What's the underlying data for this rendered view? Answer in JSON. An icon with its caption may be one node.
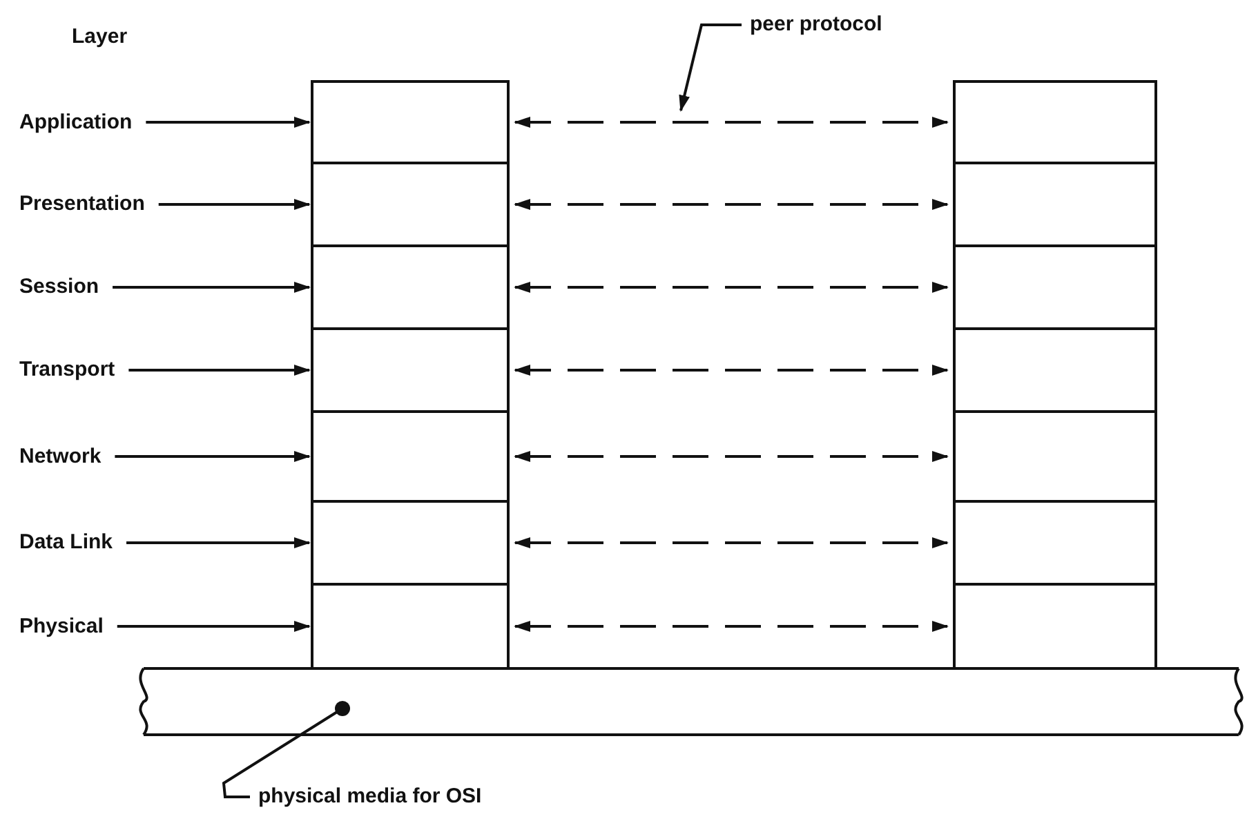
{
  "diagram": {
    "nodes": [
      {
        "text": [
          "Application"
        ]
      },
      {
        "text": [
          "Presentation"
        ]
      },
      {
        "text": [
          "Session"
        ]
      },
      {
        "text": [
          "Transport"
        ]
      },
      {
        "text": [
          "Network"
        ]
      },
      {
        "text": [
          "Data Link"
        ]
      },
      {
        "text": [
          "Physical"
        ]
      },
      {
        "text": [],
        "shape": "box"
      },
      {
        "text": [],
        "shape": "box"
      },
      {
        "text": [],
        "shape": "box"
      },
      {
        "text": [],
        "shape": "box"
      },
      {
        "text": [],
        "shape": "box"
      },
      {
        "text": [],
        "shape": "box"
      },
      {
        "text": [],
        "shape": "box"
      },
      {
        "text": [],
        "shape": "box"
      },
      {
        "text": [],
        "shape": "box"
      },
      {
        "text": [],
        "shape": "box"
      },
      {
        "text": [],
        "shape": "box"
      },
      {
        "text": [],
        "shape": "box"
      },
      {
        "text": [],
        "shape": "box"
      },
      {
        "text": [],
        "shape": "box"
      },
      {
        "text": [
          "peer protocol"
        ]
      },
      {
        "text": [],
        "shape": "bar"
      },
      {
        "text": [
          "physical media for OSI"
        ]
      }
    ],
    "edges": [
      {
        "from": 0,
        "to": 7,
        "arrow": "to"
      },
      {
        "from": 1,
        "to": 8,
        "arrow": "to"
      },
      {
        "from": 2,
        "to": 9,
        "arrow": "to"
      },
      {
        "from": 3,
        "to": 10,
        "arrow": "to"
      },
      {
        "from": 4,
        "to": 11,
        "arrow": "to"
      },
      {
        "from": 5,
        "to": 12,
        "arrow": "to"
      },
      {
        "from": 6,
        "to": 13,
        "arrow": "to"
      },
      {
        "from": 7,
        "to": 14,
        "arrow": "both",
        "style": "dashed"
      },
      {
        "from": 8,
        "to": 15,
        "arrow": "both",
        "style": "dashed"
      },
      {
        "from": 9,
        "to": 16,
        "arrow": "both",
        "style": "dashed"
      },
      {
        "from": 10,
        "to": 17,
        "arrow": "both",
        "style": "dashed"
      },
      {
        "from": 11,
        "to": 18,
        "arrow": "both",
        "style": "dashed"
      },
      {
        "from": 12,
        "to": 19,
        "arrow": "both",
        "style": "dashed"
      },
      {
        "from": 13,
        "to": 20,
        "arrow": "both",
        "style": "dashed"
      },
      {
        "from": 21,
        "to": null,
        "arrow": "to"
      },
      {
        "from": 23,
        "to": 22,
        "arrow": "other"
      }
    ],
    "labels": [
      "Layer"
    ]
  }
}
